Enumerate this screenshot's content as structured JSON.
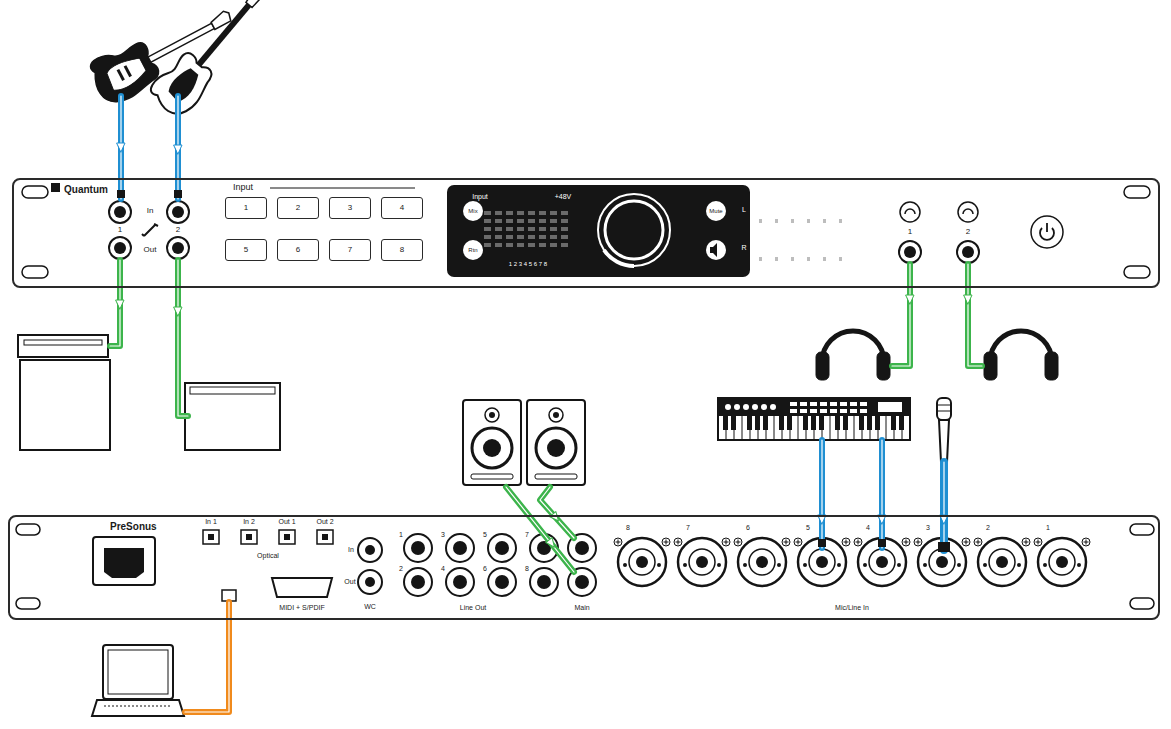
{
  "diagram": {
    "nodes": [
      {
        "text": [
          "Quantum"
        ]
      },
      {
        "text": [
          "1"
        ],
        "in": 0
      },
      {
        "text": [
          "2"
        ],
        "in": 0
      },
      {
        "text": [
          "3"
        ],
        "in": 0
      },
      {
        "text": [
          "4"
        ],
        "in": 0
      },
      {
        "text": [
          "5"
        ],
        "in": 0
      },
      {
        "text": [
          "6"
        ],
        "in": 0
      },
      {
        "text": [
          "7"
        ],
        "in": 0
      },
      {
        "text": [
          "8"
        ],
        "in": 0
      },
      {
        "text": [
          "PreSonus"
        ]
      }
    ],
    "labels": [
      "In",
      "Out",
      "1",
      "2",
      "Input",
      "Input",
      "+48V",
      "1 2 3 4 5 6 7 8",
      "Mix",
      "Rtn",
      "Mute",
      "L",
      "R",
      "1",
      "2",
      "In 1",
      "In 2",
      "Out 1",
      "Out 2",
      "Optical",
      "MIDI + S/PDIF",
      "In",
      "Out",
      "WC",
      "1",
      "3",
      "5",
      "7",
      "2",
      "4",
      "6",
      "8",
      "Line Out",
      "Main",
      "8",
      "7",
      "6",
      "5",
      "4",
      "3",
      "2",
      "1",
      "Mic/Line In"
    ]
  }
}
